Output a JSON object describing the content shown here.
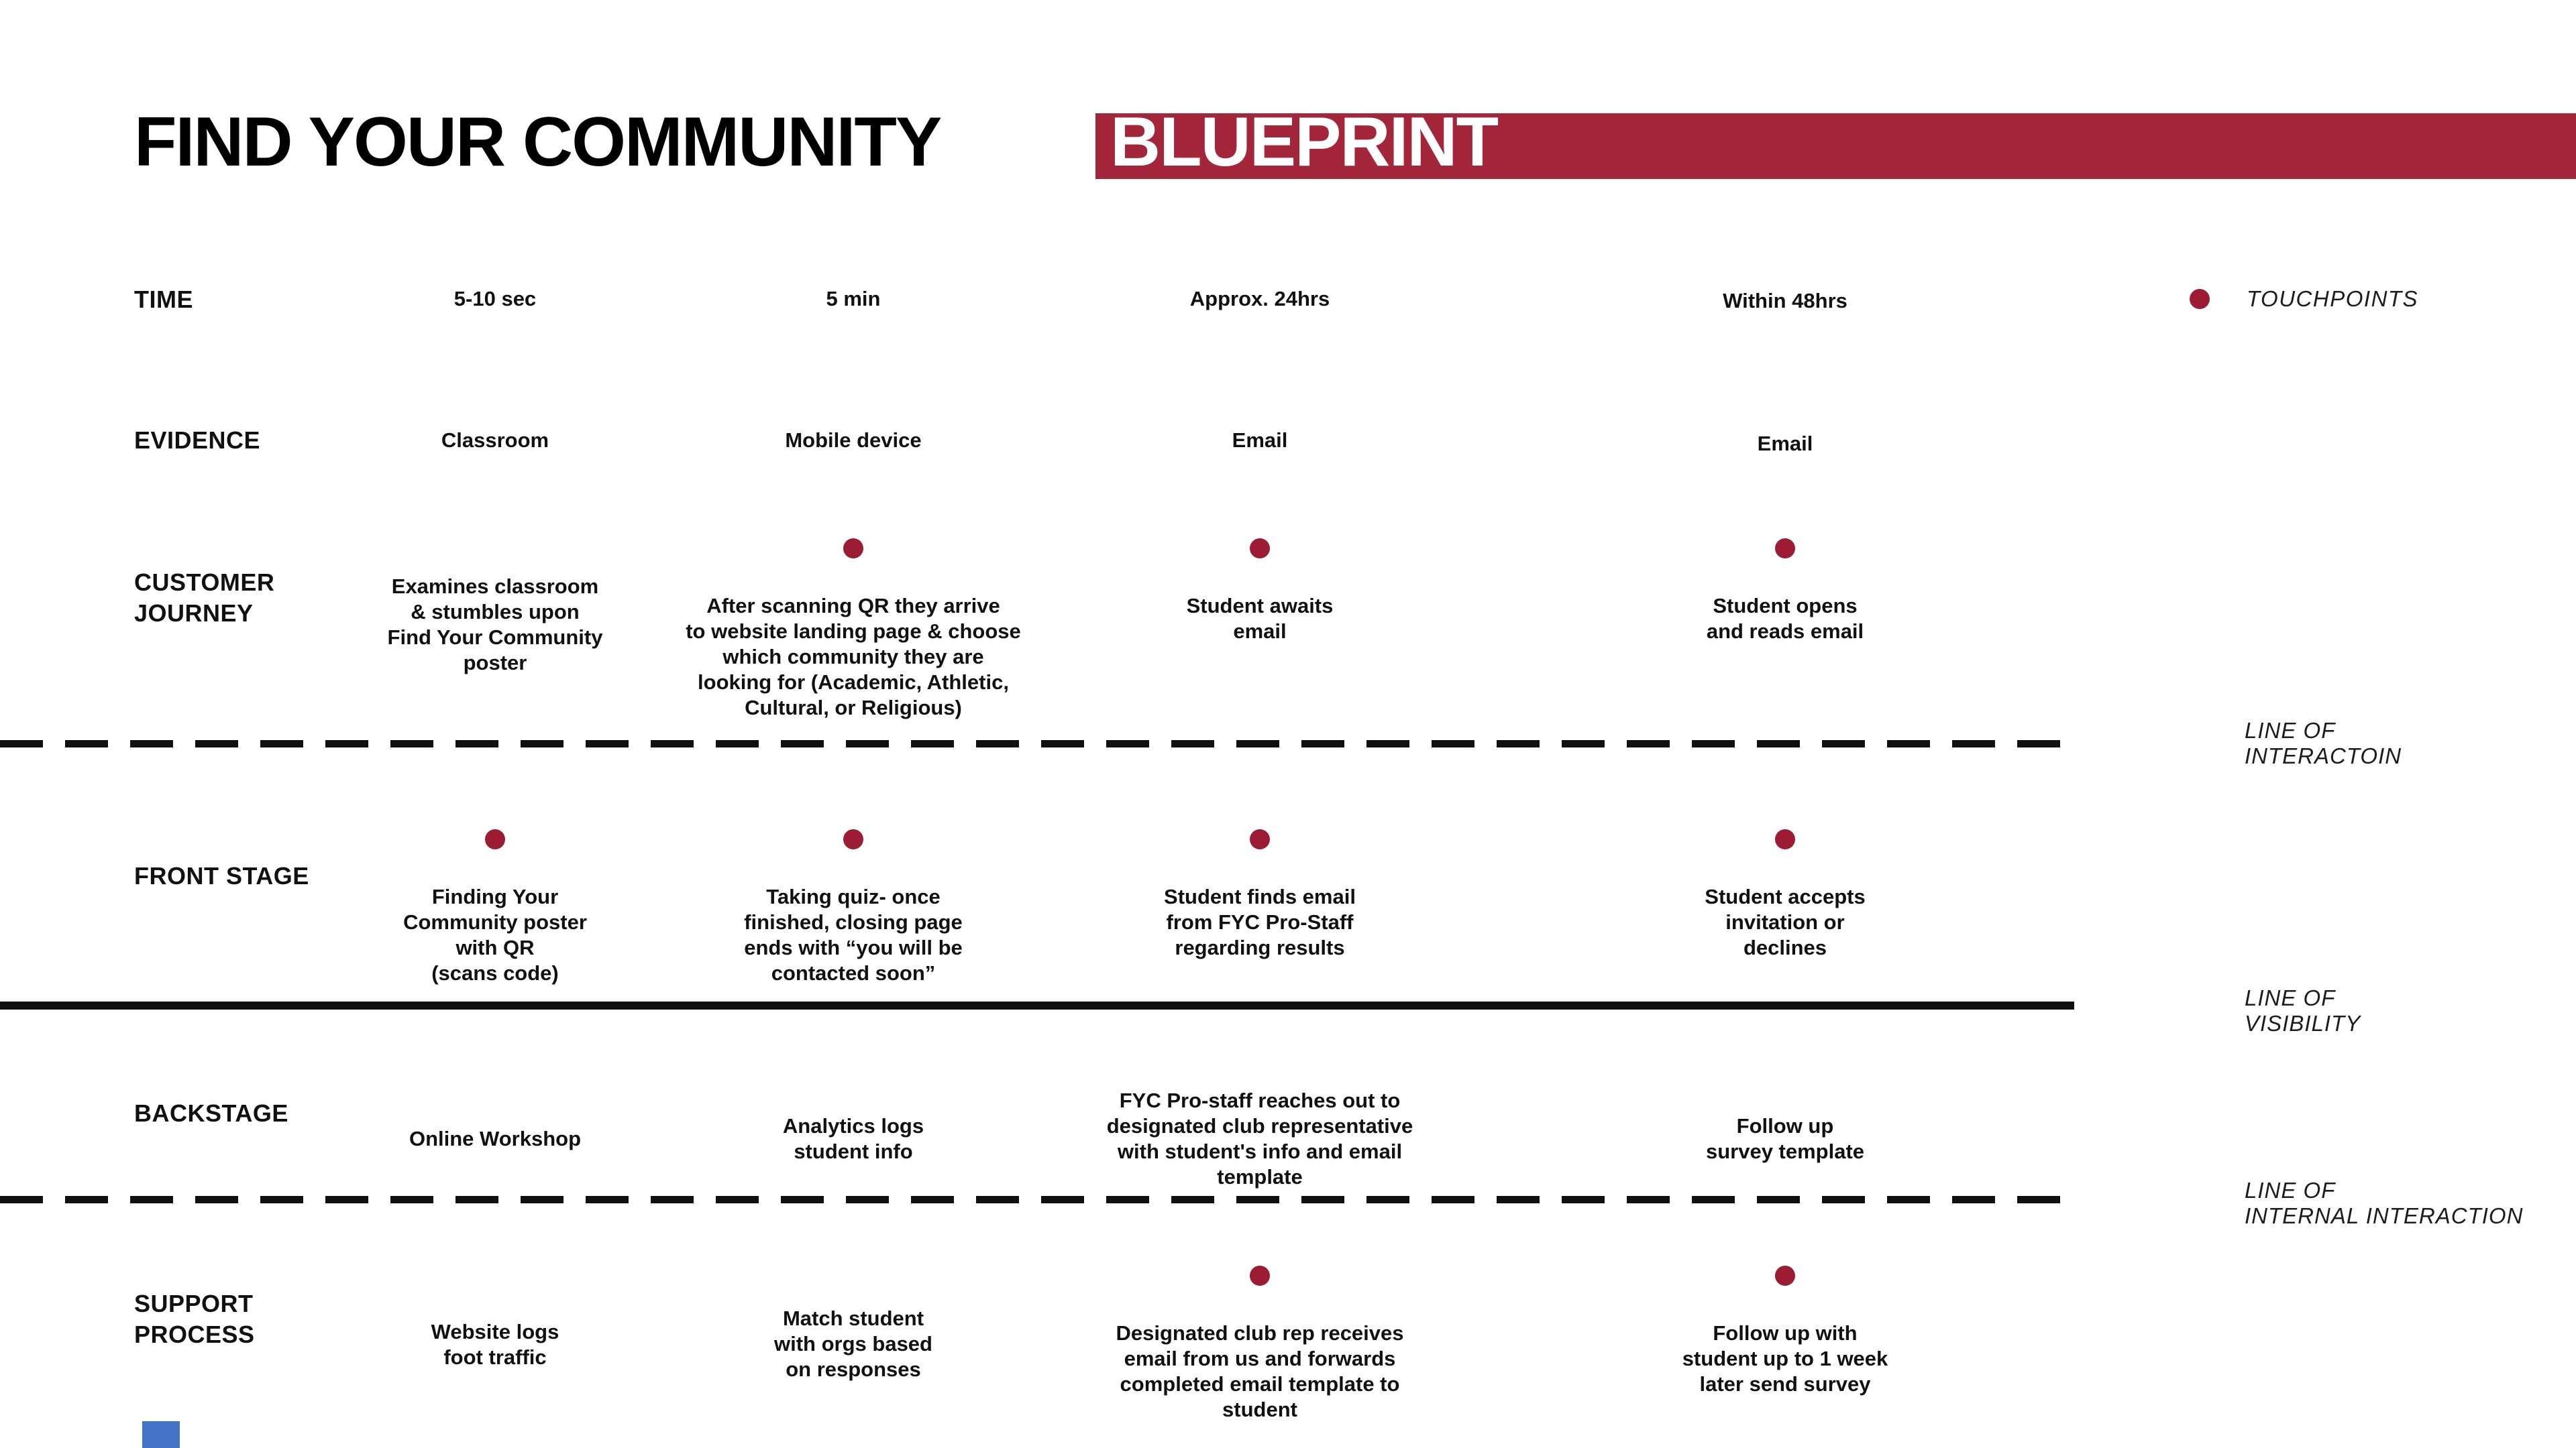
{
  "title": {
    "main": "FIND YOUR COMMUNITY",
    "highlight": "BLUEPRINT"
  },
  "colors": {
    "accent_red": "#A3263A",
    "touchpoint_red": "#9C1D33",
    "line_black": "#111111",
    "blue_marker": "#4472C4"
  },
  "legend": {
    "touchpoints_label": "TOUCHPOINTS"
  },
  "rows": {
    "time": {
      "label": "TIME",
      "cells": [
        "5-10 sec",
        "5 min",
        "Approx. 24hrs",
        "Within 48hrs"
      ]
    },
    "evidence": {
      "label": "EVIDENCE",
      "cells": [
        "Classroom",
        "Mobile device",
        "Email",
        "Email"
      ]
    },
    "customer_journey": {
      "label": "CUSTOMER\nJOURNEY",
      "cells": [
        {
          "touchpoint": false,
          "text": "Examines classroom\n& stumbles upon\nFind Your Community\nposter"
        },
        {
          "touchpoint": true,
          "text": "After scanning QR they arrive\nto website landing page & choose\nwhich community they are\nlooking for (Academic, Athletic,\nCultural, or Religious)"
        },
        {
          "touchpoint": true,
          "text": "Student awaits\nemail"
        },
        {
          "touchpoint": true,
          "text": "Student opens\nand reads email"
        }
      ]
    },
    "front_stage": {
      "label": "FRONT STAGE",
      "cells": [
        {
          "touchpoint": true,
          "text": "Finding Your\nCommunity poster\nwith QR\n(scans code)"
        },
        {
          "touchpoint": true,
          "text": "Taking quiz- once\nfinished, closing page\nends with “you will be\ncontacted soon”"
        },
        {
          "touchpoint": true,
          "text": "Student finds email\nfrom FYC Pro-Staff\nregarding results"
        },
        {
          "touchpoint": true,
          "text": "Student accepts\ninvitation or\ndeclines"
        }
      ]
    },
    "backstage": {
      "label": "BACKSTAGE",
      "cells": [
        {
          "touchpoint": false,
          "text": "Online Workshop"
        },
        {
          "touchpoint": false,
          "text": "Analytics logs\nstudent info"
        },
        {
          "touchpoint": false,
          "text": "FYC Pro-staff reaches out to\ndesignated club representative\nwith student's info and email\ntemplate"
        },
        {
          "touchpoint": false,
          "text": "Follow up\nsurvey template"
        }
      ]
    },
    "support_process": {
      "label": "SUPPORT\nPROCESS",
      "cells": [
        {
          "touchpoint": false,
          "text": "Website logs\nfoot traffic"
        },
        {
          "touchpoint": false,
          "text": "Match student\nwith orgs based\non responses"
        },
        {
          "touchpoint": true,
          "text": "Designated club rep receives\nemail from us and forwards\ncompleted email template to\nstudent"
        },
        {
          "touchpoint": true,
          "text": "Follow up with\nstudent up to 1 week\nlater send survey"
        }
      ]
    }
  },
  "separators": {
    "interaction": "LINE OF\nINTERACTOIN",
    "visibility": "LINE OF\nVISIBILITY",
    "internal_interaction": "LINE OF\nINTERNAL INTERACTION"
  }
}
